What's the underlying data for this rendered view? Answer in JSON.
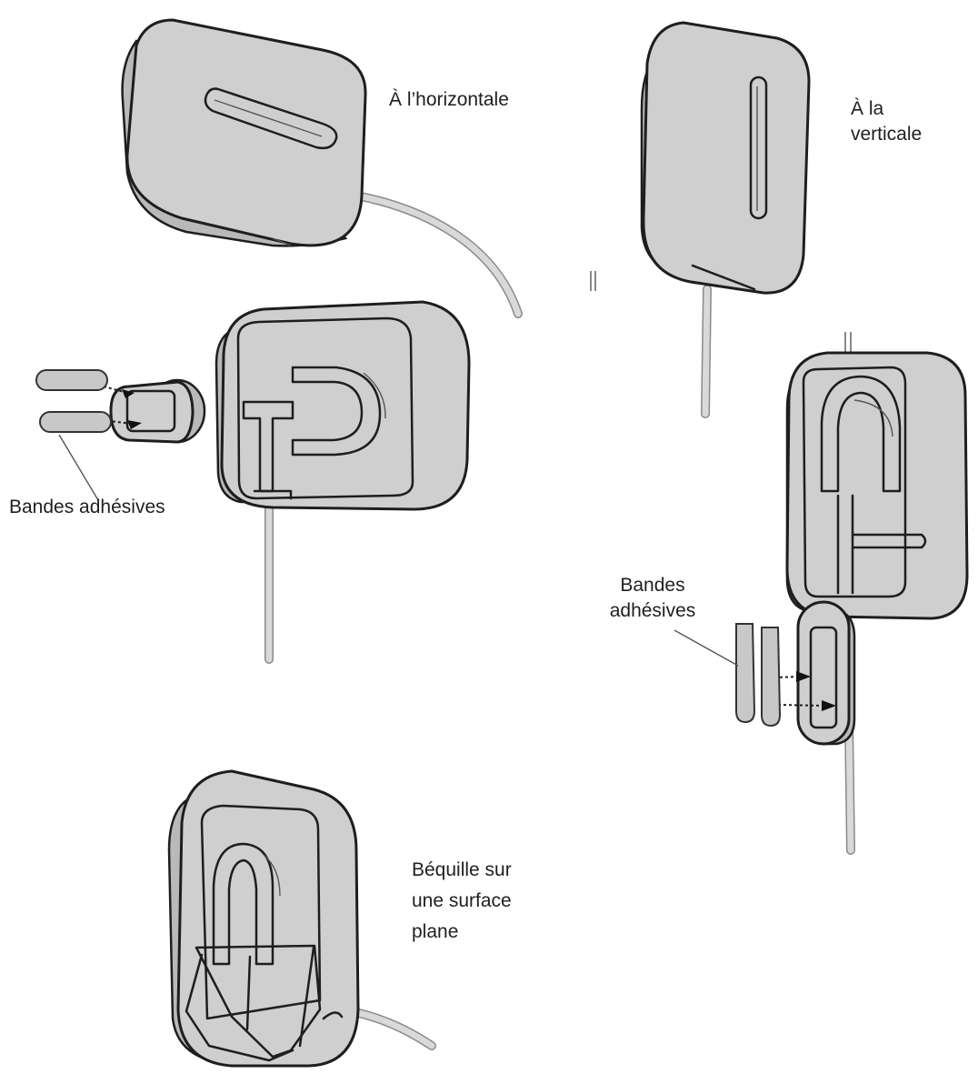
{
  "labels": {
    "horizontal": "À l’horizontale",
    "vertical_line1": "À la",
    "vertical_line2": "verticale",
    "strips_left": "Bandes adhésives",
    "strips_right_line1": "Bandes",
    "strips_right_line2": "adhésives",
    "stand_line1": "Béquille sur",
    "stand_line2": "une surface",
    "stand_line3": "plane"
  },
  "colors": {
    "device_fill": "#cfcfcf",
    "outline": "#1e1e1e",
    "text": "#1f1f1f",
    "background": "#ffffff"
  }
}
